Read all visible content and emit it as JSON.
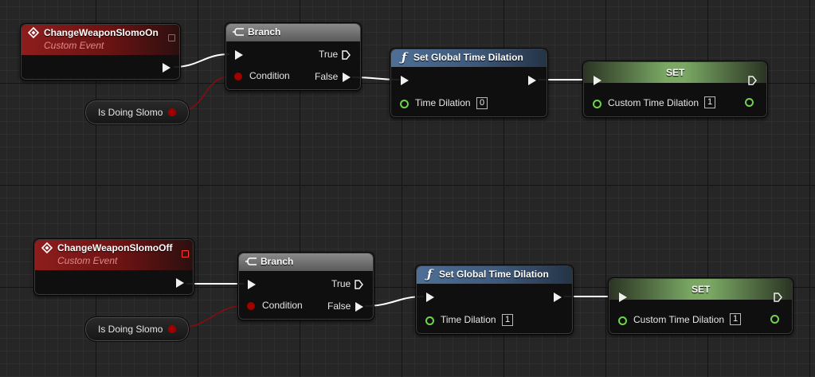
{
  "groups": [
    {
      "event": {
        "title": "ChangeWeaponSlomoOn",
        "subtitle": "Custom Event"
      },
      "variable": {
        "label": "Is Doing Slomo"
      },
      "branch": {
        "title": "Branch",
        "true_label": "True",
        "false_label": "False",
        "condition_label": "Condition"
      },
      "func": {
        "title": "Set Global Time Dilation",
        "param_label": "Time Dilation",
        "param_value": "0"
      },
      "set": {
        "title": "SET",
        "param_label": "Custom Time Dilation",
        "param_value": "1"
      }
    },
    {
      "event": {
        "title": "ChangeWeaponSlomoOff",
        "subtitle": "Custom Event"
      },
      "variable": {
        "label": "Is Doing Slomo"
      },
      "branch": {
        "title": "Branch",
        "true_label": "True",
        "false_label": "False",
        "condition_label": "Condition"
      },
      "func": {
        "title": "Set Global Time Dilation",
        "param_label": "Time Dilation",
        "param_value": "1"
      },
      "set": {
        "title": "SET",
        "param_label": "Custom Time Dilation",
        "param_value": "1"
      }
    }
  ],
  "colors": {
    "exec_wire": "#ffffff",
    "bool_wire": "#8a0c0c",
    "bool_pin": "#a00000",
    "float_pin": "#6fd44a"
  }
}
